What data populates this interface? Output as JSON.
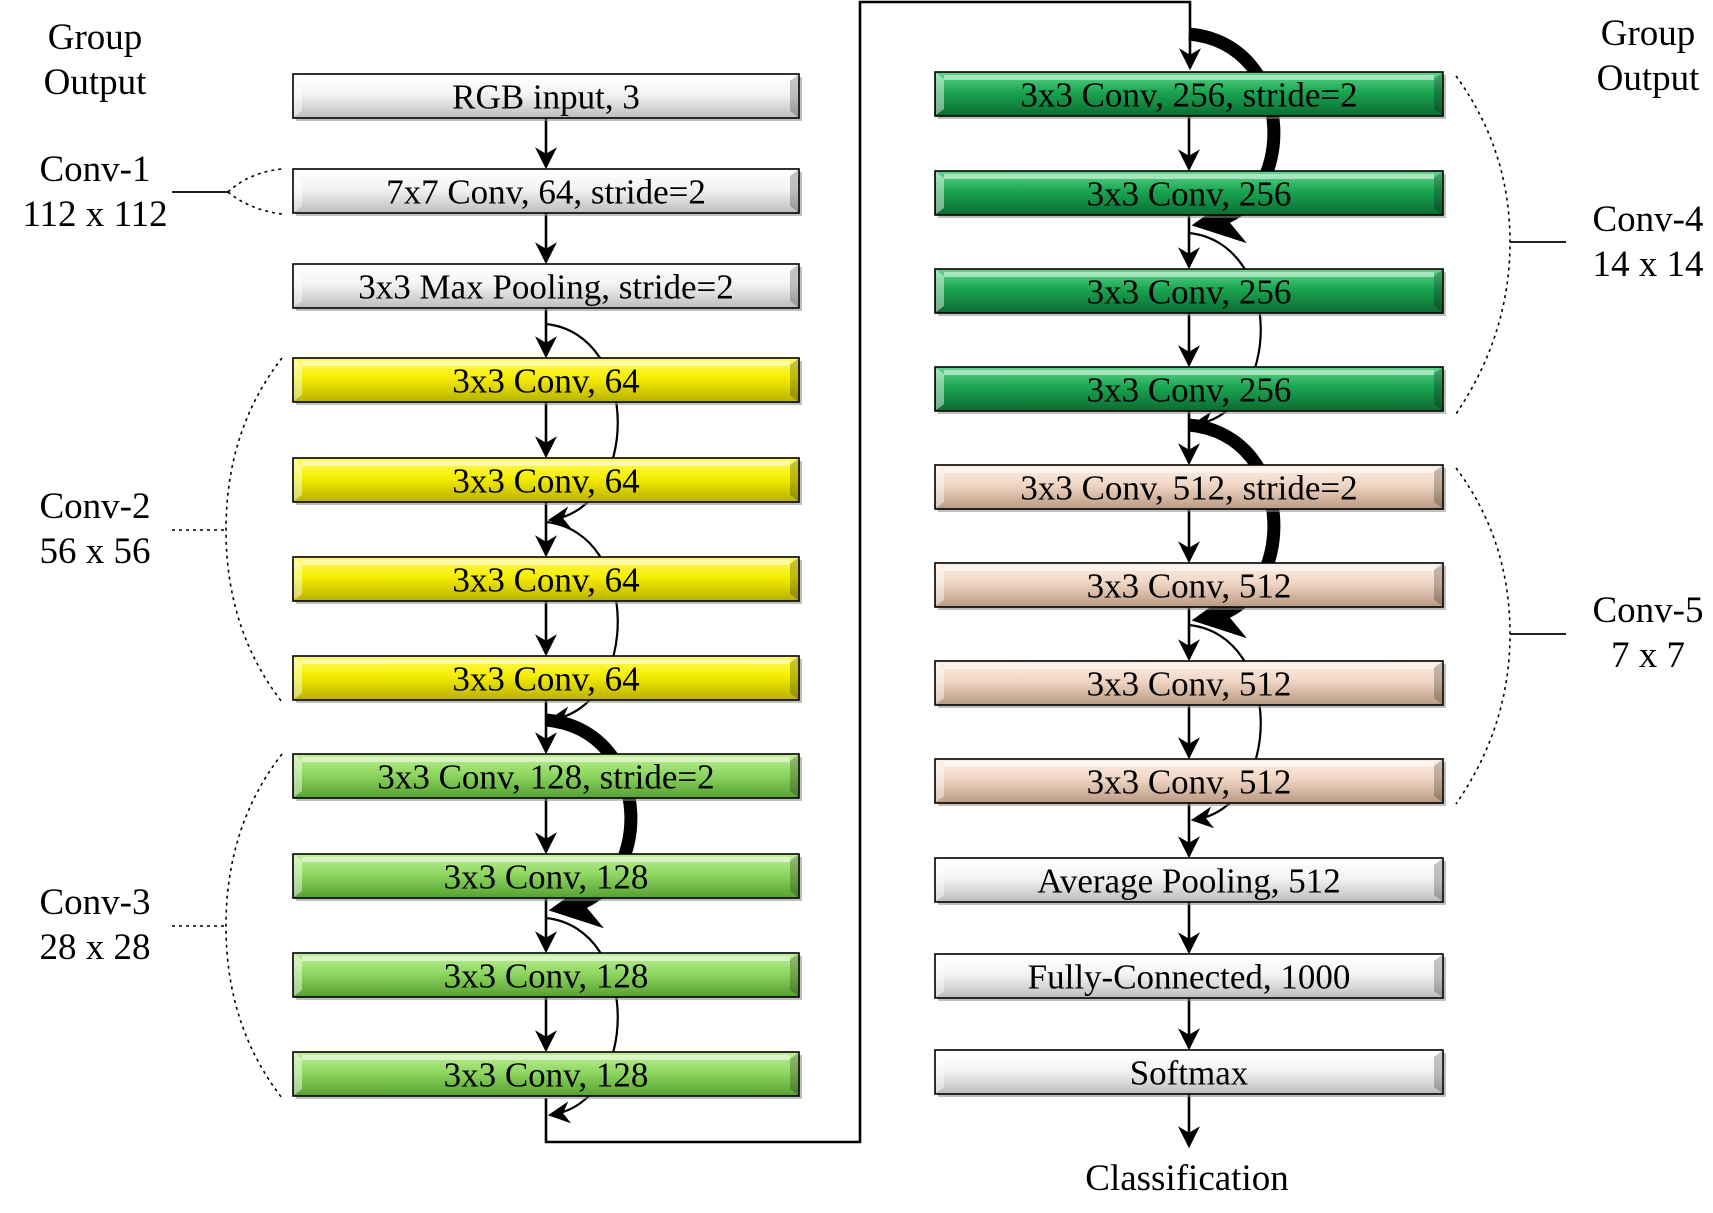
{
  "labels": {
    "left_group_output": [
      "Group",
      "Output"
    ],
    "right_group_output": [
      "Group",
      "Output"
    ],
    "conv1": [
      "Conv-1",
      "112 x 112"
    ],
    "conv2": [
      "Conv-2",
      "56 x 56"
    ],
    "conv3": [
      "Conv-3",
      "28 x 28"
    ],
    "conv4": [
      "Conv-4",
      "14 x 14"
    ],
    "conv5": [
      "Conv-5",
      "7 x 7"
    ],
    "classification": "Classification"
  },
  "colors": {
    "white": "#e8e8e8",
    "yellow": "#f2ec00",
    "light_green": "#8fd862",
    "dark_green": "#1aa651",
    "peach": "#f0d6c4"
  },
  "left_column": [
    {
      "text": "RGB input, 3",
      "color": "white"
    },
    {
      "text": "7x7 Conv, 64, stride=2",
      "color": "white"
    },
    {
      "text": "3x3 Max Pooling, stride=2",
      "color": "white"
    },
    {
      "text": "3x3 Conv, 64",
      "color": "yellow"
    },
    {
      "text": "3x3 Conv, 64",
      "color": "yellow"
    },
    {
      "text": "3x3 Conv, 64",
      "color": "yellow"
    },
    {
      "text": "3x3 Conv, 64",
      "color": "yellow"
    },
    {
      "text": "3x3 Conv, 128, stride=2",
      "color": "light_green"
    },
    {
      "text": "3x3 Conv, 128",
      "color": "light_green"
    },
    {
      "text": "3x3 Conv, 128",
      "color": "light_green"
    },
    {
      "text": "3x3 Conv, 128",
      "color": "light_green"
    }
  ],
  "right_column": [
    {
      "text": "3x3 Conv, 256, stride=2",
      "color": "dark_green"
    },
    {
      "text": "3x3 Conv, 256",
      "color": "dark_green"
    },
    {
      "text": "3x3 Conv, 256",
      "color": "dark_green"
    },
    {
      "text": "3x3 Conv, 256",
      "color": "dark_green"
    },
    {
      "text": "3x3 Conv, 512, stride=2",
      "color": "peach"
    },
    {
      "text": "3x3 Conv, 512",
      "color": "peach"
    },
    {
      "text": "3x3 Conv, 512",
      "color": "peach"
    },
    {
      "text": "3x3 Conv, 512",
      "color": "peach"
    },
    {
      "text": "Average Pooling, 512",
      "color": "white"
    },
    {
      "text": "Fully-Connected, 1000",
      "color": "white"
    },
    {
      "text": "Softmax",
      "color": "white"
    }
  ]
}
